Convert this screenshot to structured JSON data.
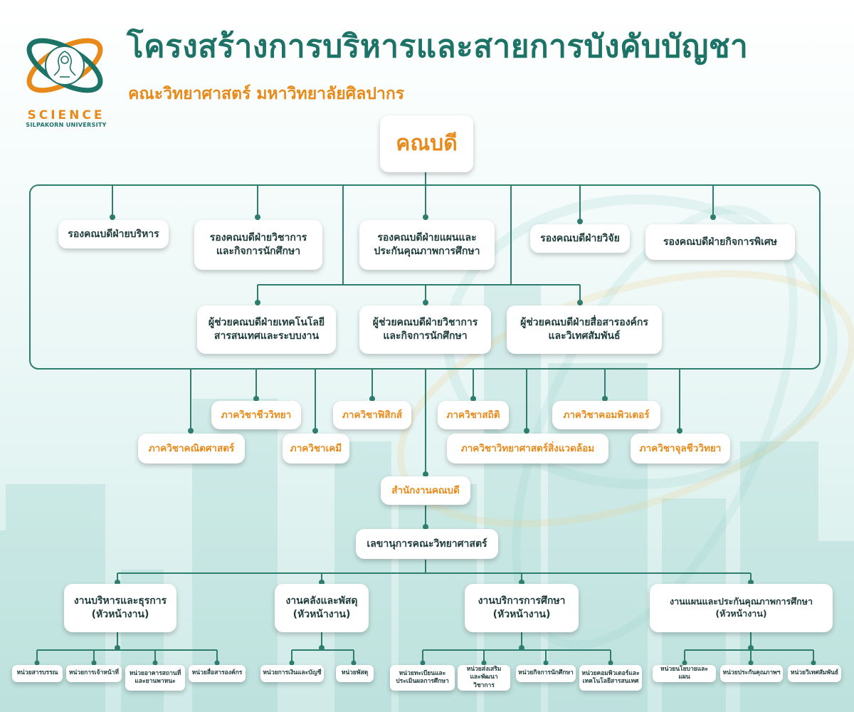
{
  "header": {
    "title": "โครงสร้างการบริหารและสายการบังคับบัญชา",
    "subtitle": "คณะวิทยาศาสตร์ มหาวิทยาลัยศิลปากร",
    "logo_word": "SCIENCE",
    "logo_university": "SILPAKORN UNIVERSITY"
  },
  "colors": {
    "primary_green": "#1e7367",
    "accent_orange": "#e88a1a",
    "line_green": "#2f7d6e"
  },
  "dean": "คณบดี",
  "vice_deans": [
    "รองคณบดีฝ่ายบริหาร",
    "รองคณบดีฝ่ายวิชาการ\nและกิจการนักศึกษา",
    "รองคณบดีฝ่ายแผนและ\nประกันคุณภาพการศึกษา",
    "รองคณบดีฝ่ายวิจัย",
    "รองคณบดีฝ่ายกิจการพิเศษ"
  ],
  "assistant_deans": [
    "ผู้ช่วยคณบดีฝ่ายเทคโนโลยี\nสารสนเทศและระบบงาน",
    "ผู้ช่วยคณบดีฝ่ายวิชาการ\nและกิจการนักศึกษา",
    "ผู้ช่วยคณบดีฝ่ายสื่อสารองค์กร\nและวิเทศสัมพันธ์"
  ],
  "departments": {
    "math": "ภาควิชาคณิตศาสตร์",
    "biology": "ภาควิชาชีววิทยา",
    "chemistry": "ภาควิชาเคมี",
    "physics": "ภาควิชาฟิสิกส์",
    "statistics": "ภาควิชาสถิติ",
    "environmental": "ภาควิชาวิทยาศาสตร์สิ่งแวดล้อม",
    "computer": "ภาควิชาคอมพิวเตอร์",
    "microbiology": "ภาควิชาจุลชีววิทยา"
  },
  "dean_office": "สำนักงานคณบดี",
  "secretary": "เลขานุการคณะวิทยาศาสตร์",
  "sections": [
    "งานบริหารและธุรการ\n(หัวหน้างาน)",
    "งานคลังและพัสดุ\n(หัวหน้างาน)",
    "งานบริการการศึกษา\n(หัวหน้างาน)",
    "งานแผนและประกันคุณภาพการศึกษา\n(หัวหน้างาน)"
  ],
  "units": {
    "admin": [
      "หน่วยสารบรรณ",
      "หน่วยการเจ้าหน้าที่",
      "หน่วยอาคารสถานที่\nและยานพาหนะ",
      "หน่วยสื่อสารองค์กร"
    ],
    "finance": [
      "หน่วยการเงินและบัญชี",
      "หน่วยพัสดุ"
    ],
    "education": [
      "หน่วยทะเบียนและ\nประเมินผลการศึกษา",
      "หน่วยส่งเสริม\nและพัฒนาวิชาการ",
      "หน่วยกิจการนักศึกษา",
      "หน่วยคอมพิวเตอร์และ\nเทคโนโลยีสารสนเทศ"
    ],
    "planning": [
      "หน่วยนโยบายและแผน",
      "หน่วยประกันคุณภาพฯ",
      "หน่วยวิเทศสัมพันธ์"
    ]
  }
}
